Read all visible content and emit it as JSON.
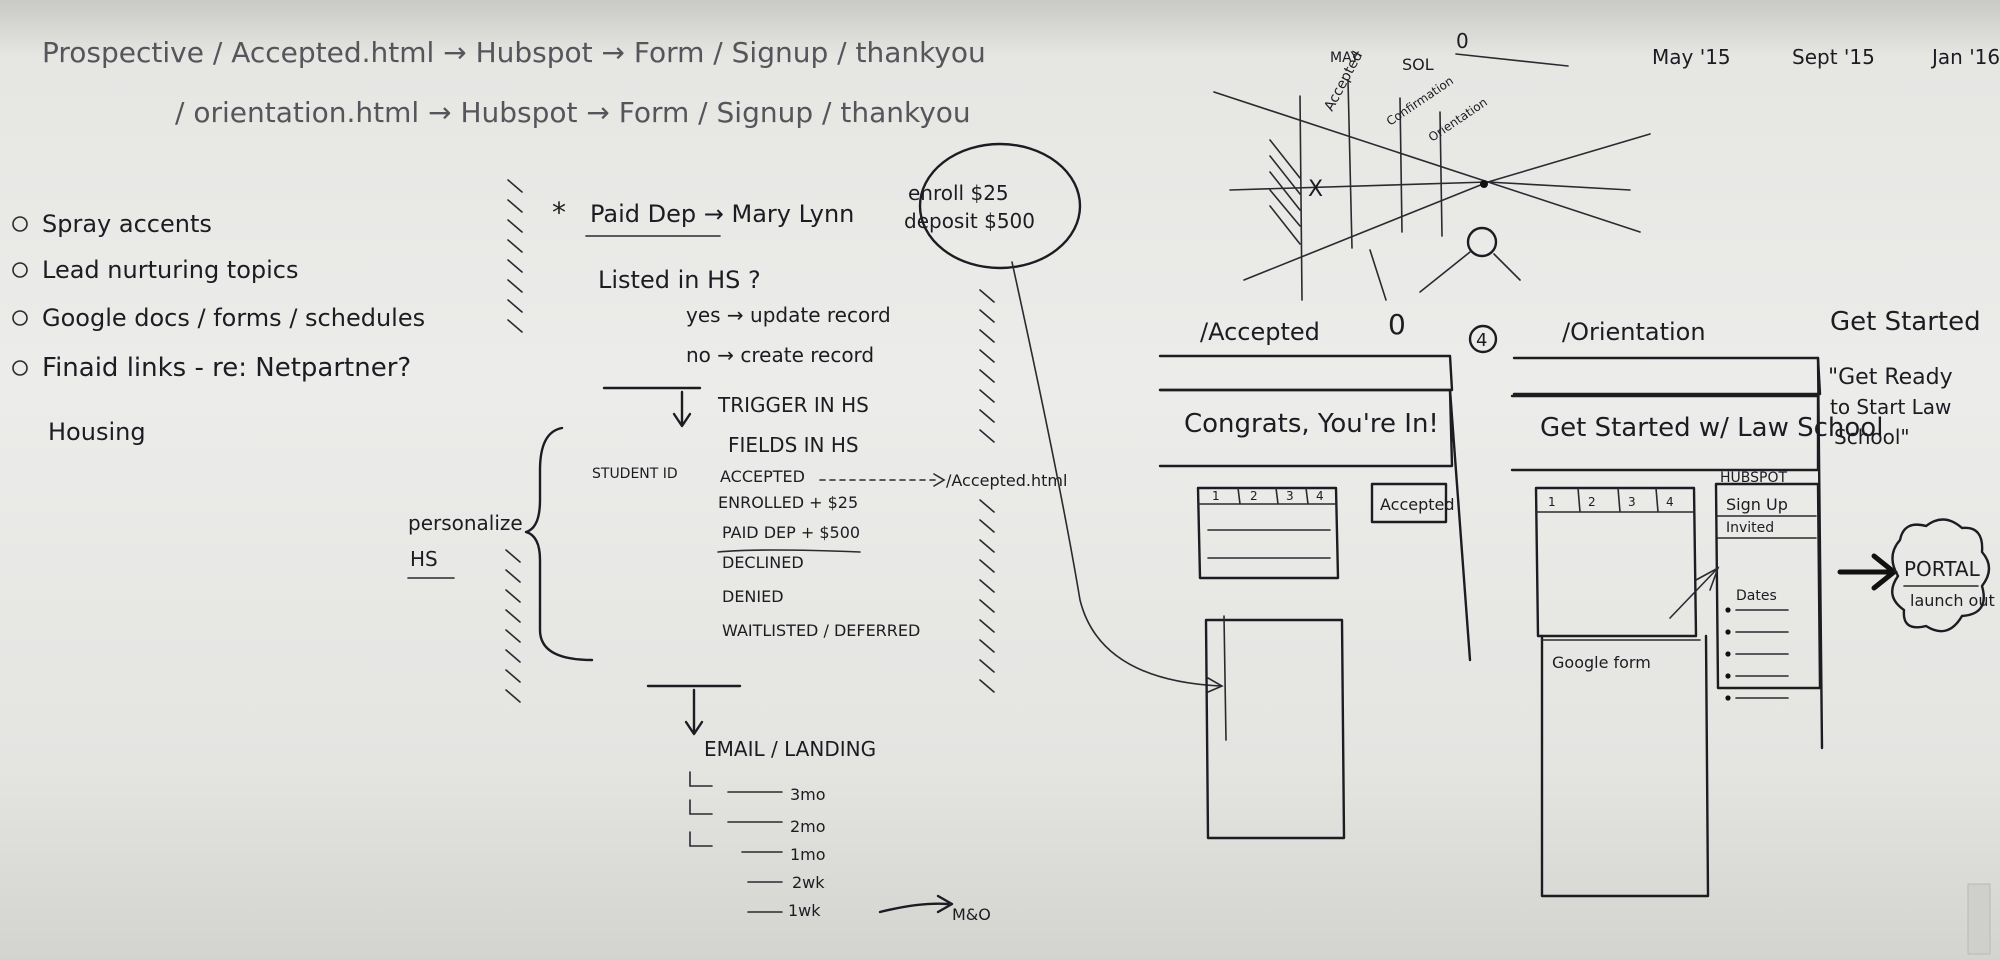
{
  "flow": {
    "line1": "Prospective / Accepted.html  →  Hubspot  →  Form / Signup / thankyou",
    "line2": "/ orientation.html  →  Hubspot  →  Form / Signup / thankyou"
  },
  "todo": {
    "items": [
      "Spray accents",
      "Lead nurturing topics",
      "Google docs / forms / schedules",
      "Finaid links - re: Netpartner?"
    ],
    "housing": "Housing"
  },
  "process": {
    "paid_dep": "Paid Dep → Mary Lynn",
    "listed": "Listed in HS ?",
    "yes": "yes → update record",
    "no": "no → create record",
    "trigger": "TRIGGER IN HS",
    "fields": "FIELDS IN HS",
    "student_id": "STUDENT ID",
    "personalize": "personalize",
    "hs": "HS",
    "statuses": [
      "ACCEPTED",
      "ENROLLED + $25",
      "PAID DEP + $500",
      "DECLINED",
      "DENIED",
      "WAITLISTED / DEFERRED"
    ],
    "accepted_link": "/Accepted.html",
    "email": "EMAIL / LANDING",
    "schedule": [
      "3mo",
      "2mo",
      "1mo",
      "2wk",
      "1wk"
    ],
    "goto": "M&O"
  },
  "bubble": {
    "line1": "enroll $25",
    "line2": "deposit $500"
  },
  "timeline": {
    "labels": [
      "MAY",
      "Accepted",
      "SOL",
      "Confirmation",
      "Orientation"
    ],
    "dates": [
      "May '15",
      "Sept '15",
      "Jan '16"
    ]
  },
  "wireframe_accepted": {
    "title": "/Accepted",
    "banner": "Congrats, You're In!",
    "tabs": [
      "1",
      "2",
      "3",
      "4"
    ],
    "button": "Accepted"
  },
  "wireframe_orientation": {
    "number": "4",
    "title": "/Orientation",
    "banner": "Get Started w/ Law School",
    "tabs": [
      "1",
      "2",
      "3",
      "4"
    ],
    "hubspot": "HUBSPOT",
    "signup": "Sign Up",
    "invited": "Invited",
    "dates": "Dates",
    "form": "Google form"
  },
  "get_started": {
    "line1": "Get Started",
    "line2": "\"Get Ready",
    "line3": "to Start Law",
    "line4": "School\""
  },
  "portal": {
    "title": "PORTAL",
    "sub": "launch out"
  }
}
